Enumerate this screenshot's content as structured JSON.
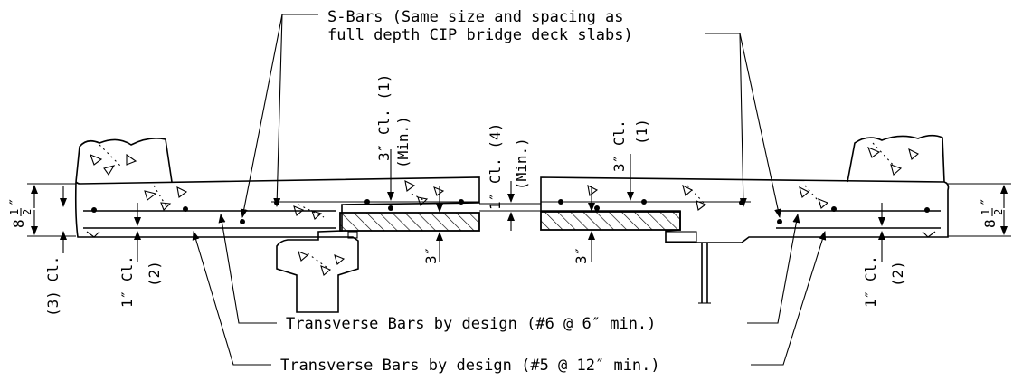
{
  "labels": {
    "sbars_line1": "S-Bars (Same size and spacing as",
    "sbars_line2": "full depth CIP bridge deck slabs)",
    "transverse_6": "Transverse Bars by design (#6 @ 6″ min.)",
    "transverse_5": "Transverse Bars by design (#5 @ 12″ min.)"
  },
  "dimensions": {
    "cl_3in_min_1": "3″ Cl. (1)",
    "min_paren_left": "(Min.)",
    "cl_1in_4": "1″ Cl. (4)",
    "min_paren_mid": "(Min.)",
    "cl_3in_right": "3″ Cl.",
    "note_1_right": "(1)",
    "cl_3_left": "(3) Cl.",
    "cl_1in_left": "1″ Cl.",
    "note_2_left": "(2)",
    "cl_1in_right": "1″ Cl.",
    "note_2_right": "(2)",
    "haunch_3in_left": "3″",
    "haunch_3in_right": "3″",
    "slab_depth_whole": "8",
    "slab_depth_frac_num": "1",
    "slab_depth_frac_den": "2",
    "slab_depth_inch": "″"
  }
}
